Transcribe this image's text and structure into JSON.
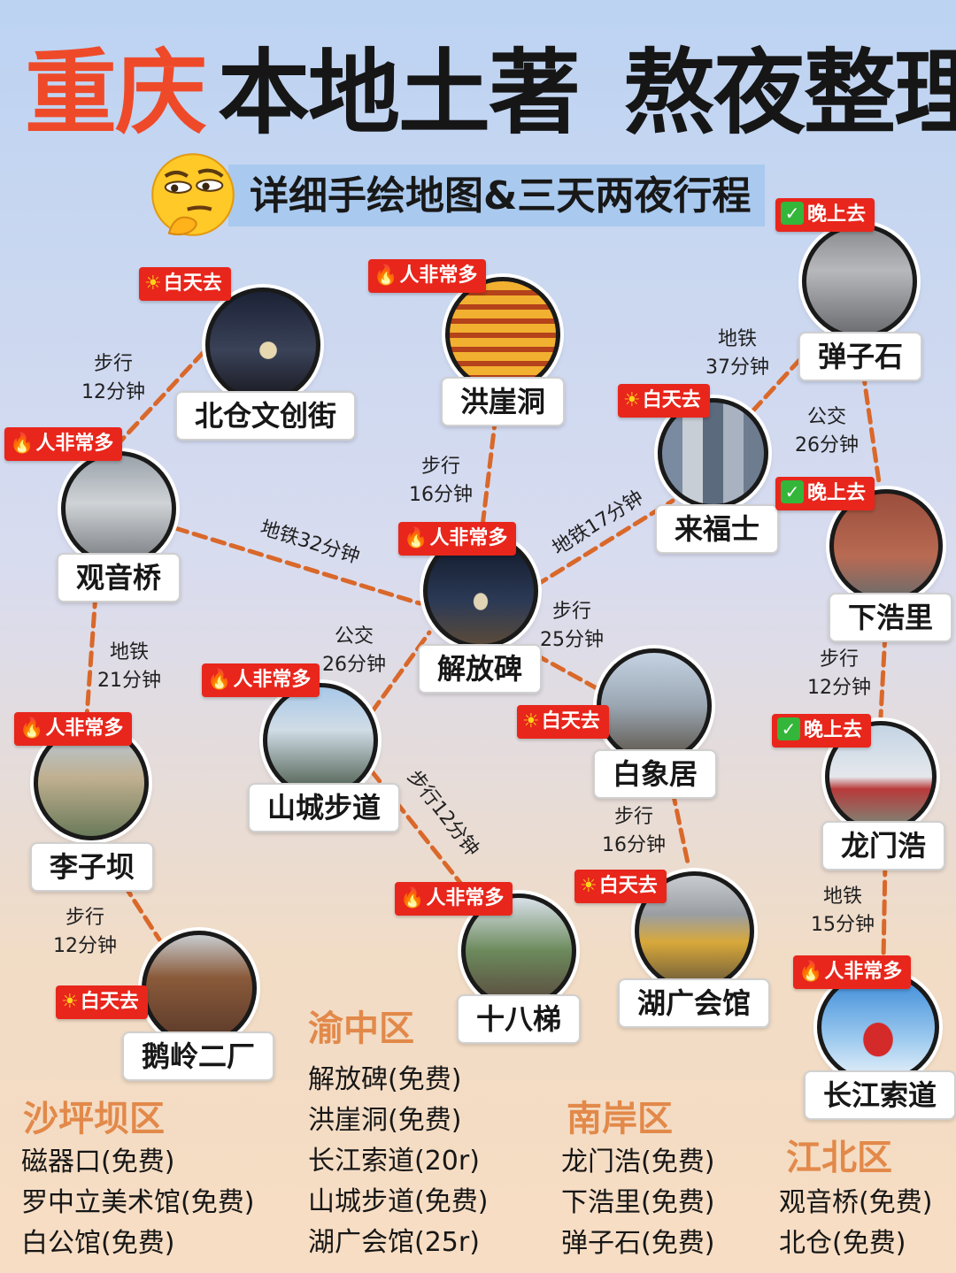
{
  "title": {
    "part1": "重庆",
    "part2": "本地土著",
    "part3": "熬夜整理"
  },
  "subtitle": "详细手绘地图&三天两夜行程",
  "tags": {
    "day": "白天去",
    "crowd": "人非常多",
    "night": "晚上去"
  },
  "spots": {
    "beicang": "北仓文创街",
    "hongyadong": "洪崖洞",
    "danzishi": "弹子石",
    "laifushi": "来福士",
    "guanyinqiao": "观音桥",
    "jiefangbei": "解放碑",
    "xiahaoli": "下浩里",
    "shanchengbudao": "山城步道",
    "baixiangju": "白象居",
    "liziba": "李子坝",
    "longmenhao": "龙门浩",
    "shibati": "十八梯",
    "huguanghuiguan": "湖广会馆",
    "eling": "鹅岭二厂",
    "suodao": "长江索道"
  },
  "routes": {
    "r_beicang_guanyin": [
      "步行",
      "12分钟"
    ],
    "r_hongya_jiefang": [
      "步行",
      "16分钟"
    ],
    "r_laifu_danzi": [
      "地铁",
      "37分钟"
    ],
    "r_danzi_xiahao": [
      "公交",
      "26分钟"
    ],
    "r_guanyin_jiefang": "地铁32分钟",
    "r_jiefang_laifu": "地铁17分钟",
    "r_guanyin_liziba": [
      "地铁",
      "21分钟"
    ],
    "r_shancheng_jiefang": [
      "公交",
      "26分钟"
    ],
    "r_jiefang_baixiang": [
      "步行",
      "25分钟"
    ],
    "r_xiahao_longmen": [
      "步行",
      "12分钟"
    ],
    "r_shancheng_shiba": "步行12分钟",
    "r_baixiang_huguang": [
      "步行",
      "16分钟"
    ],
    "r_liziba_eling": [
      "步行",
      "12分钟"
    ],
    "r_longmen_suodao": [
      "地铁",
      "15分钟"
    ]
  },
  "districts": {
    "yuzhong": {
      "name": "渝中区",
      "items": [
        "解放碑(免费)",
        "洪崖洞(免费)",
        "长江索道(20r)",
        "山城步道(免费)",
        "湖广会馆(25r)"
      ]
    },
    "shapingba": {
      "name": "沙坪坝区",
      "items": [
        "磁器口(免费)",
        "罗中立美术馆(免费)",
        "白公馆(免费)"
      ]
    },
    "nanan": {
      "name": "南岸区",
      "items": [
        "龙门浩(免费)",
        "下浩里(免费)",
        "弹子石(免费)"
      ]
    },
    "jiangbei": {
      "name": "江北区",
      "items": [
        "观音桥(免费)",
        "北仓(免费)"
      ]
    }
  },
  "colors": {
    "accent_red": "#e8261c",
    "title_red": "#ee4a2a",
    "route": "#d9682a",
    "district": "#e2894a",
    "subtitle_bar": "#a9c9ef"
  }
}
